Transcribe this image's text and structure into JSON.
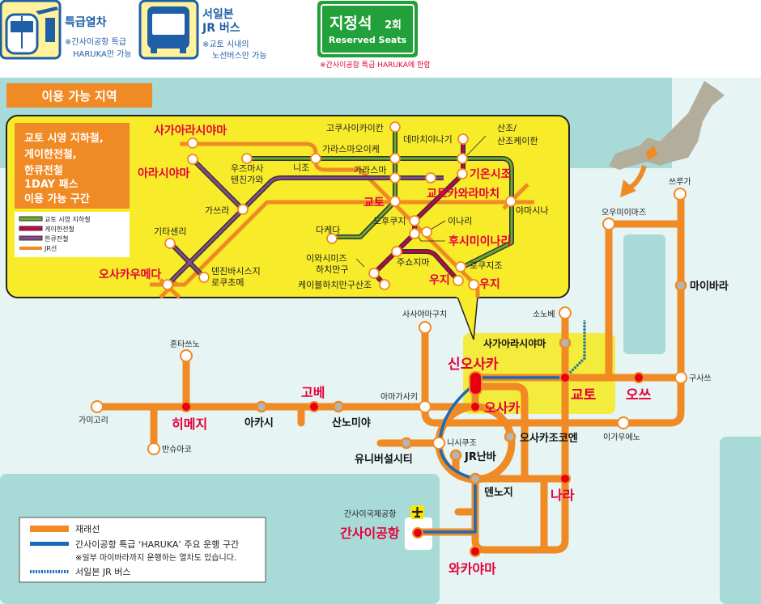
{
  "header": {
    "express_title": "특급열차",
    "express_note_1": "※간사이공항 특급",
    "express_note_2": "HARUKA만 가능",
    "bus_title_1": "서일본",
    "bus_title_2": "JR 버스",
    "bus_note_1": "※교토 시내의",
    "bus_note_2": "노선버스만 가능",
    "reserved_title": "지정석",
    "reserved_count": "2회",
    "reserved_en": "Reserved Seats",
    "reserved_note": "※간사이공항 특급 HARUKA에 한함"
  },
  "area_title": "이용 가능 지역",
  "inset": {
    "title_lines": [
      "교토 시영 지하철,",
      "게이한전철,",
      "한큐전철",
      "1DAY 패스",
      "이용 가능 구간"
    ],
    "legend": [
      "교토 시영 지하철",
      "게이한전철",
      "한큐전철",
      "JR선"
    ],
    "stations": {
      "saga_arashiyama": "사가아라시야마",
      "arashiyama": "아라시야마",
      "uzumasa_1": "우즈마사",
      "uzumasa_2": "텐진가와",
      "katsura": "가쓰라",
      "kitasenri": "기타센리",
      "osaka_umeda": "오사카우메다",
      "tenjinbashi_1": "덴진바시스지",
      "tenjinbashi_2": "로쿠초메",
      "kokusaikaikan": "고쿠사이카이칸",
      "karasuma_oike": "가라스마오이케",
      "nijo": "니조",
      "karasuma": "가라스마",
      "demachiyanagi": "데마치야나기",
      "sanjo_1": "산조/",
      "sanjo_2": "산조케이한",
      "gion_shijo": "기온시조",
      "kawaramachi": "교토카와라마치",
      "kyoto": "교토",
      "yamashina": "야마시나",
      "tofukuji": "도후쿠지",
      "takeda": "다케다",
      "inari": "이나리",
      "fushimi_inari": "후시미이나리",
      "iwashimizu_1": "이와시미즈",
      "iwashimizu_2": "하치만구",
      "chushojima": "주쇼지마",
      "rokujizo": "로쿠지조",
      "cable_hachimangu": "케이블하치만구산조",
      "uji_keihan": "우지",
      "uji_jr": "우지"
    }
  },
  "map": {
    "stations": {
      "hontatsuno": "혼타쓰노",
      "kamigori": "가미고리",
      "himeji": "히메지",
      "banshuako": "반슈아코",
      "akashi": "아카시",
      "kobe": "고베",
      "sannomiya": "산노미야",
      "amagasaki": "아마가사키",
      "sasayamaguchi": "사사야마구치",
      "shin_osaka": "신오사카",
      "osaka": "오사카",
      "sonobe": "소노베",
      "saga_arashiyama": "사가아라시야마",
      "kyoto": "교토",
      "otsu": "오쓰",
      "kusatsu": "구사쓰",
      "tsuruga": "쓰루가",
      "omiimazu": "오우미이마즈",
      "maibara": "마이바라",
      "igaueno": "이가우에노",
      "nishikujo": "니시쿠조",
      "universal_city": "유니버설시티",
      "jr_namba": "JR난바",
      "osakajokoen": "오사카조코엔",
      "tennoji": "덴노지",
      "nara": "나라",
      "kansai_intl": "간사이국제공항",
      "kansai_airport": "간사이공항",
      "wakayama": "와카야마"
    }
  },
  "legend": {
    "conventional": "재래선",
    "haruka": "간사이공항 특급 ‘HARUKA’ 주요 운행 구간",
    "haruka_note": "※일부 마이바라까지 운행하는 열차도 있습니다.",
    "bus": "서일본 JR 버스"
  },
  "colors": {
    "jr_orange": "#f08a24",
    "haruka_blue": "#1a6bb5",
    "subway_green": "#6aaa2e",
    "keihan_red": "#c8004f",
    "hankyu_purple": "#8a4a8a",
    "major_station_red": "#e60012",
    "reserved_green": "#22a03a"
  }
}
